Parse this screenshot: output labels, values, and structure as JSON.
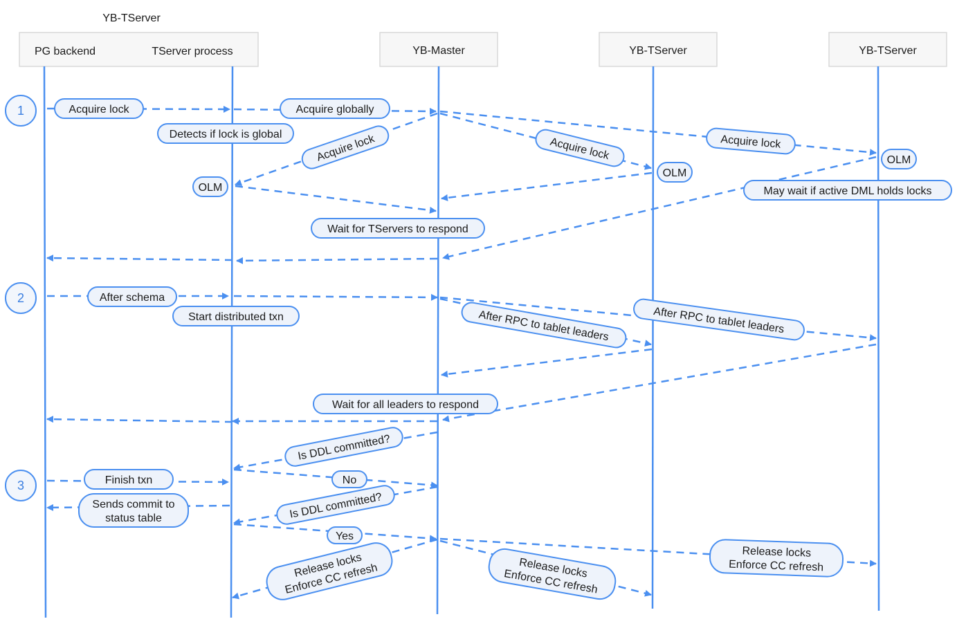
{
  "header": {
    "group_title": "YB-TServer",
    "columns": [
      {
        "key": "pg_backend",
        "label": "PG backend"
      },
      {
        "key": "tserver_process",
        "label": "TServer process"
      },
      {
        "key": "yb_master",
        "label": "YB-Master"
      },
      {
        "key": "yb_tserver_2",
        "label": "YB-TServer"
      },
      {
        "key": "yb_tserver_3",
        "label": "YB-TServer"
      }
    ]
  },
  "steps": [
    "1",
    "2",
    "3"
  ],
  "labels": {
    "acquire_lock_1": "Acquire lock",
    "acquire_globally": "Acquire globally",
    "detects_global": "Detects if lock is global",
    "acquire_lock_master_pg": "Acquire lock",
    "acquire_lock_master_ts2": "Acquire lock",
    "acquire_lock_master_ts3": "Acquire lock",
    "olm_pg": "OLM",
    "olm_ts2": "OLM",
    "olm_ts3": "OLM",
    "may_wait": "May wait if active DML holds locks",
    "wait_tservers": "Wait for TServers to respond",
    "after_schema": "After schema",
    "start_txn": "Start distributed txn",
    "rpc_ts2": "After RPC to tablet leaders",
    "rpc_ts3": "After RPC to tablet leaders",
    "wait_leaders": "Wait for all leaders to respond",
    "is_ddl_1": "Is DDL committed?",
    "finish_txn": "Finish txn",
    "no": "No",
    "sends_commit_1": "Sends commit to",
    "sends_commit_2": "status table",
    "is_ddl_2": "Is DDL committed?",
    "yes": "Yes",
    "release_1a": "Release locks",
    "release_1b": "Enforce CC refresh",
    "release_2a": "Release locks",
    "release_2b": "Enforce CC refresh",
    "release_3a": "Release locks",
    "release_3b": "Enforce CC refresh"
  },
  "colors": {
    "line": "#4a8ff0",
    "step_border": "#4a8ff0",
    "step_text": "#3b7fe0",
    "pill_fill": "#eef3fb",
    "pill_border": "#4a8ff0",
    "header_fill": "#f7f7f7",
    "header_border": "#d9d9d9"
  }
}
